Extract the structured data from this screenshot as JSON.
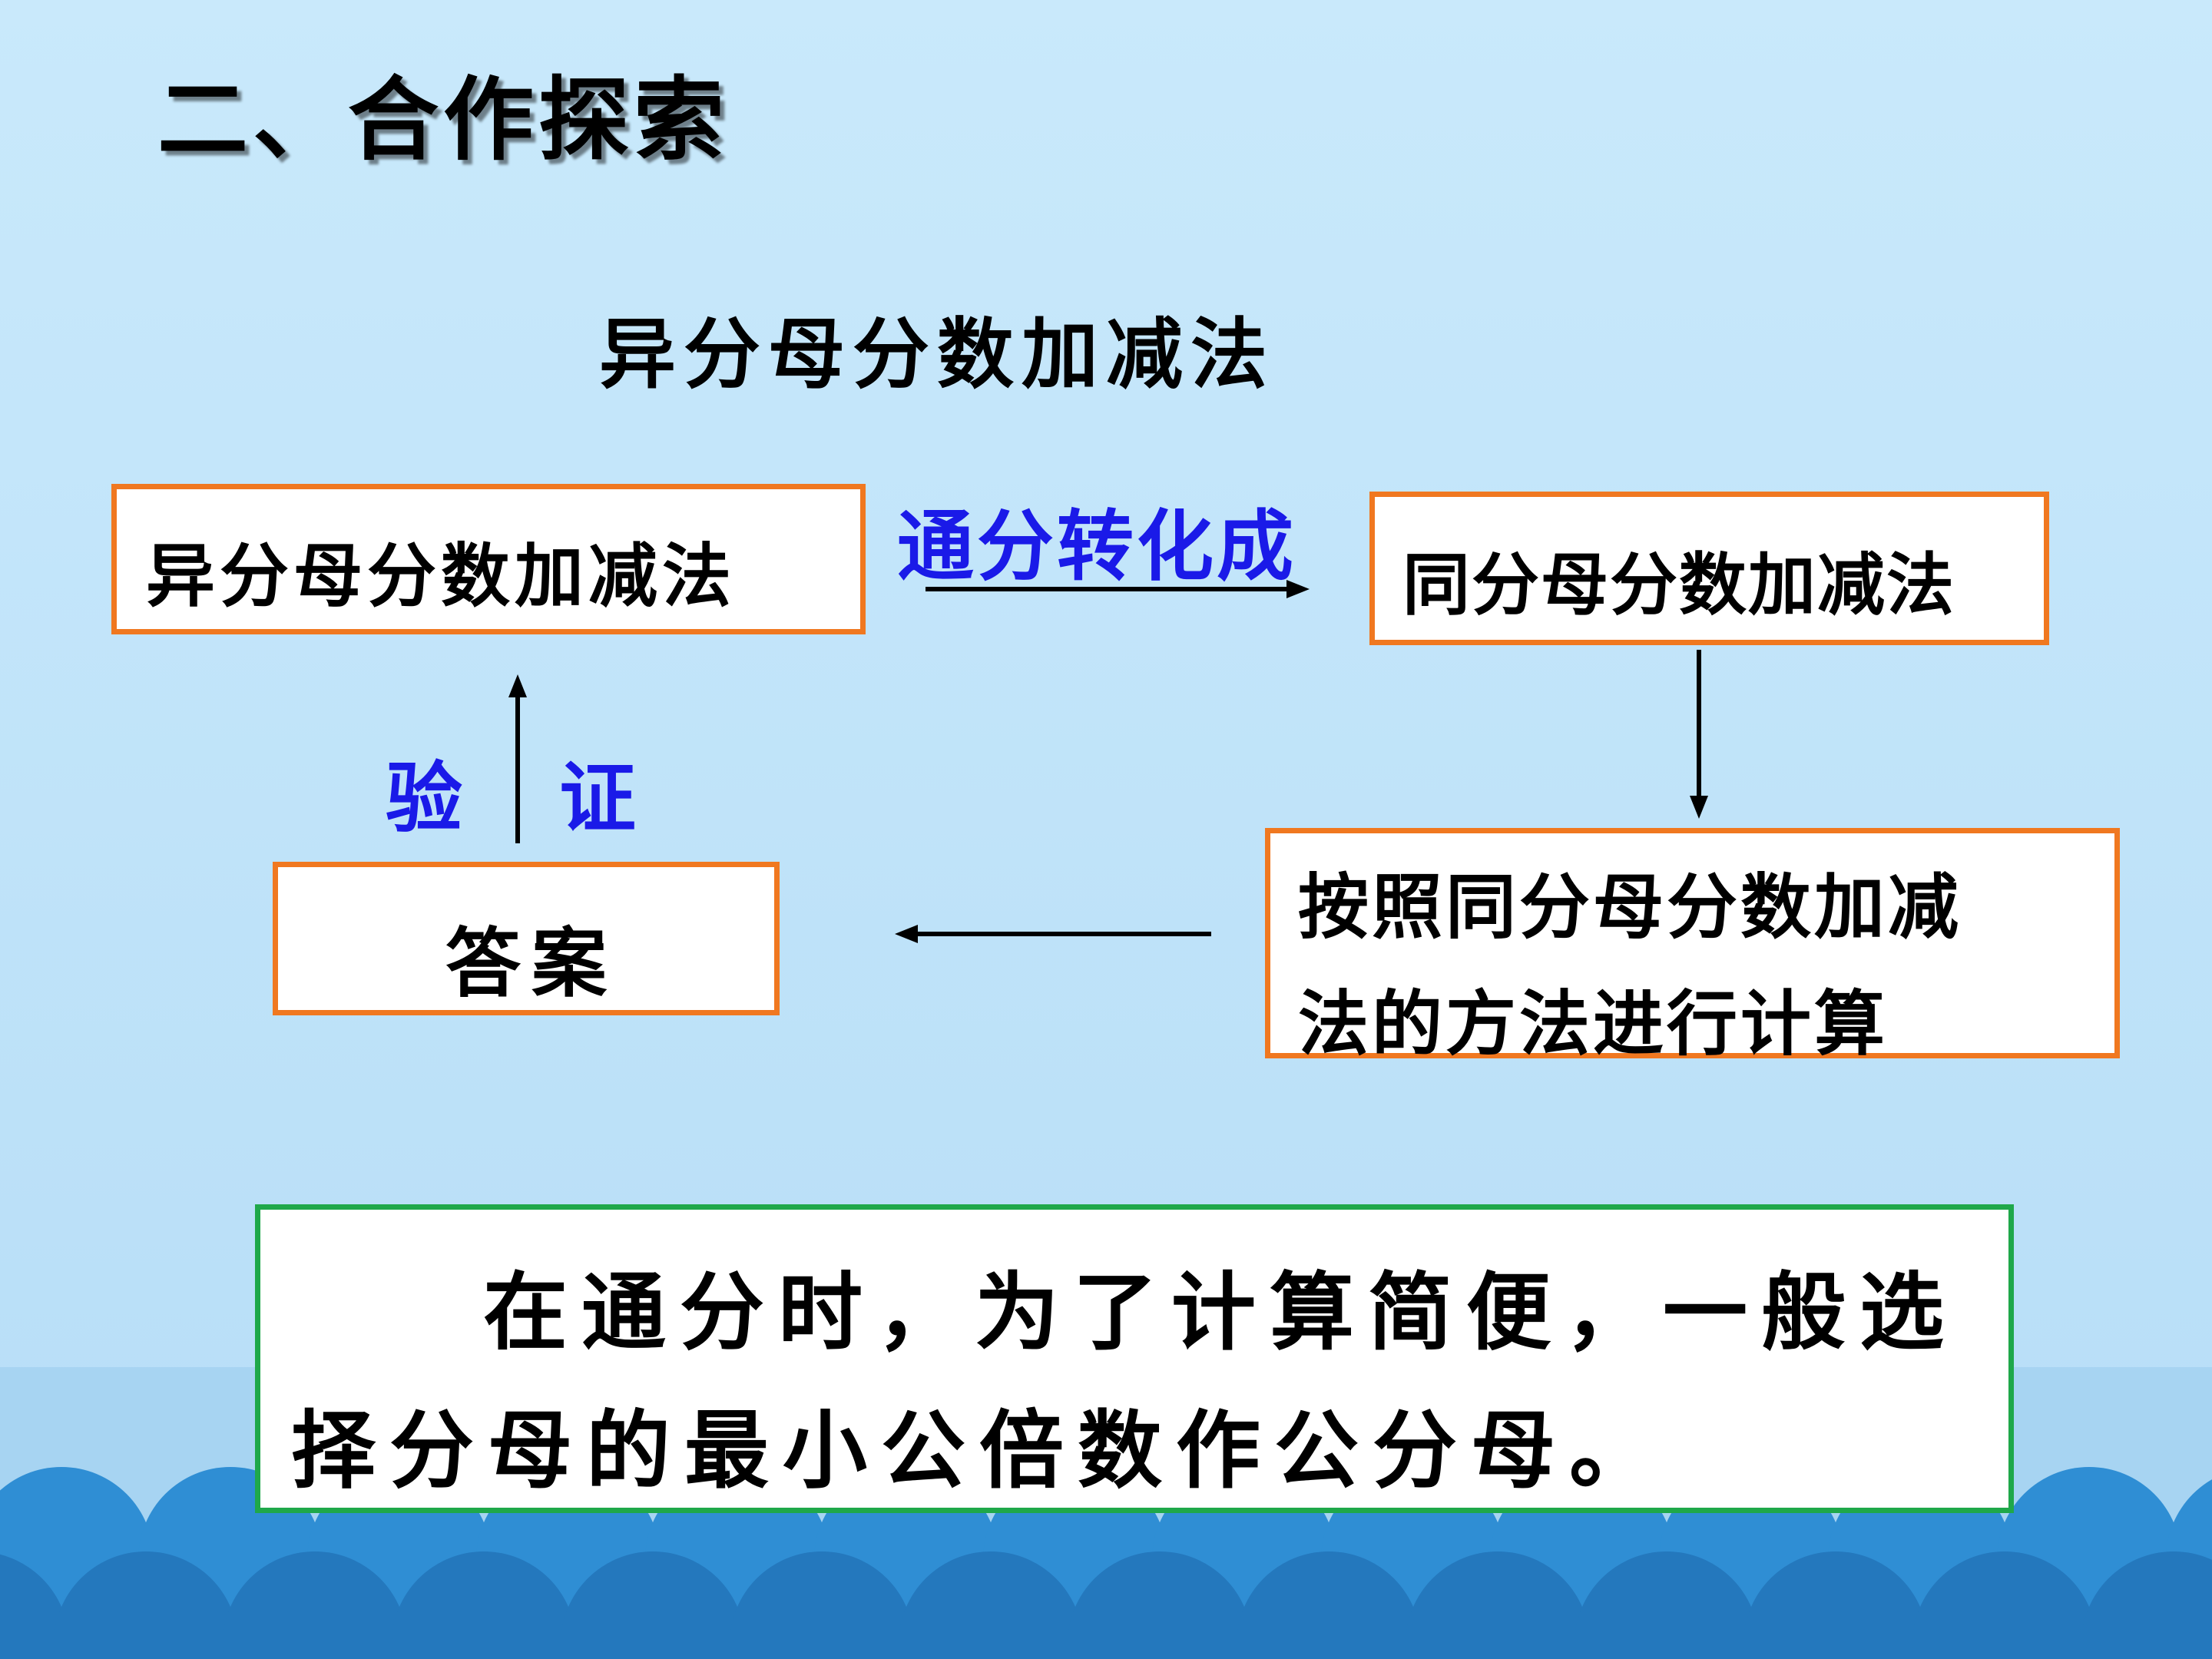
{
  "title": "二、合作探索",
  "subtitle": "异分母分数加减法",
  "flow": {
    "box_start": "异分母分数加减法",
    "convert_label": "通分转化成",
    "box_same": "同分母分数加减法",
    "box_compute_line1": "按照同分母分数加减",
    "box_compute_line2": "法的方法进行计算",
    "box_answer": "答案",
    "verify_left": "验",
    "verify_right": "证"
  },
  "note": {
    "line1": "在通分时，为了计算简便，一般选",
    "line2": "择分母的最小公倍数作公分母。"
  },
  "colors": {
    "box_border": "#f07820",
    "note_border": "#1fa84a",
    "label_blue": "#1a1ae8",
    "wave_dark": "#2a85c9",
    "wave_light": "#9fcff0"
  }
}
